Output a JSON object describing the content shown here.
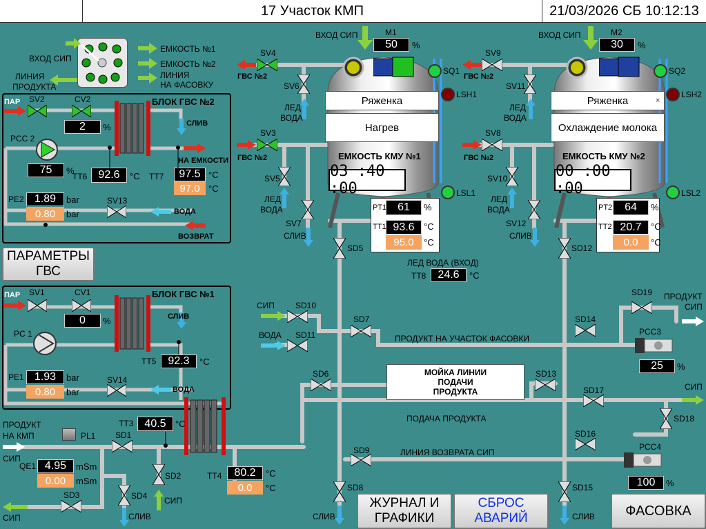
{
  "header": {
    "title": "17 Участок КМП",
    "datetime": "21/03/2026 СБ 10:12:13"
  },
  "selector": {
    "input_label": "ВХОД СИП",
    "out1": "ЕМКОСТЬ №1",
    "out2": "ЕМКОСТЬ №2",
    "out3a": "ЛИНИЯ",
    "out3b": "НА ФАСОВКУ",
    "in2a": "ЛИНИЯ",
    "in2b": "ПРОДУКТА"
  },
  "gvs2": {
    "title": "БЛОК ГВС №2",
    "par": "ПАР",
    "sv": "SV2",
    "cv": "CV2",
    "cv_value": "2",
    "cv_unit": "%",
    "sliv": "СЛИВ",
    "pump": "PCC 2",
    "pump_value": "75",
    "pump_unit": "%",
    "tt6": "TT6",
    "tt6_value": "92.6",
    "tt7": "TT7",
    "tt7_value": "97.5",
    "tt7_set": "97.0",
    "na_emkosti": "НА ЕМКОСТИ",
    "pe": "PE2",
    "pe_value": "1.89",
    "pe_set": "0.80",
    "bar": "bar",
    "sv13": "SV13",
    "voda": "ВОДА",
    "vozvrat": "ВОЗВРАТ",
    "degc": "°C"
  },
  "gvs1": {
    "title": "БЛОК ГВС №1",
    "par": "ПАР",
    "sv": "SV1",
    "cv": "CV1",
    "cv_value": "0",
    "cv_unit": "%",
    "sliv": "СЛИВ",
    "pump": "PC 1",
    "tt5": "TT5",
    "tt5_value": "92.3",
    "pe": "PE1",
    "pe_value": "1.93",
    "pe_set": "0.80",
    "bar": "bar",
    "sv14": "SV14",
    "voda": "ВОДА",
    "degc": "°C"
  },
  "buttons": {
    "params_gvs": "ПАРАМЕТРЫ ГВС",
    "journal": "ЖУРНАЛ И ГРАФИКИ",
    "reset": "СБРОС АВАРИЙ",
    "fasovka": "ФАСОВКА"
  },
  "tank1": {
    "name": "ЕМКОСТЬ КМУ №1",
    "product": "Ряженка",
    "state": "Нагрев",
    "timer": "03 :40 :00",
    "motor": "M1",
    "motor_value": "50",
    "motor_unit": "%",
    "inlet": "ВХОД СИП",
    "sq": "SQ1",
    "lsh": "LSH1",
    "lsl": "LSL1",
    "pt": "PT1",
    "pt_value": "61",
    "tt": "TT1",
    "tt_value": "93.6",
    "tt_set": "95.0",
    "sv_top": "SV4",
    "sv_mid": "SV3",
    "sv_led": "SV6",
    "sv_led2": "SV5",
    "sv_drain": "SV7",
    "gvs_top": "ГВС №2",
    "gvs_mid": "ГВС №2",
    "led": "ЛЕД",
    "voda": "ВОДА",
    "sliv": "СЛИВ",
    "sd": "SD5"
  },
  "tank2": {
    "name": "ЕМКОСТЬ КМУ №2",
    "product": "Ряженка",
    "state": "Охлаждение молока",
    "timer": "00 :00 :00",
    "motor": "M2",
    "motor_value": "30",
    "motor_unit": "%",
    "inlet": "ВХОД СИП",
    "sq": "SQ2",
    "lsh": "LSH2",
    "lsl": "LSL2",
    "pt": "PT2",
    "pt_value": "64",
    "tt": "TT2",
    "tt_value": "20.7",
    "tt_set": "0.0",
    "sv_top": "SV9",
    "sv_mid": "SV8",
    "sv_led": "SV11",
    "sv_led2": "SV10",
    "sv_drain": "SV12",
    "gvs_top": "ГВС №2",
    "gvs_mid": "ГВС №2",
    "led": "ЛЕД",
    "voda": "ВОДА",
    "sliv": "СЛИВ",
    "sd": "SD12"
  },
  "icewater": {
    "label": "ЛЕД ВОДА (ВХОД)",
    "tt": "TT8",
    "value": "24.6",
    "unit": "°C"
  },
  "lines": {
    "product_to_fill": "ПРОДУКТ НА УЧАСТОК ФАСОВКИ",
    "product_feed": "ПОДАЧА ПРОДУКТА",
    "cip_return": "ЛИНИЯ ВОЗВРАТА СИП",
    "wash": "МОЙКА ЛИНИИ ПОДАЧИ ПРОДУКТА"
  },
  "valves": {
    "sd10": "SD10",
    "sd11": "SD11",
    "sd7": "SD7",
    "sd6": "SD6",
    "sd1": "SD1",
    "sd2": "SD2",
    "sd3": "SD3",
    "sd4": "SD4",
    "sd8": "SD8",
    "sd9": "SD9",
    "sd13": "SD13",
    "sd14": "SD14",
    "sd15": "SD15",
    "sd16": "SD16",
    "sd17": "SD17",
    "sd18": "SD18",
    "sd19": "SD19"
  },
  "left_bottom": {
    "sip": "СИП",
    "voda": "ВОДА",
    "product_in_a": "ПРОДУКТ",
    "product_in_b": "НА КМП",
    "sip_in": "СИП",
    "pl1": "PL1",
    "qe1": "QE1",
    "qe1_value": "4.95",
    "qe1_set": "0.00",
    "msm": "mSm",
    "sip_out": "СИП",
    "sliv": "СЛИВ",
    "sip2": "СИП",
    "tt3": "TT3",
    "tt3_value": "40.5",
    "tt4": "TT4",
    "tt4_value": "80.2",
    "tt4_set": "0.0",
    "degc": "°C"
  },
  "right": {
    "product_sip_a": "ПРОДУКТ",
    "product_sip_b": "СИП",
    "pcc3": "PCC3",
    "pcc3_value": "25",
    "pcc4": "PCC4",
    "pcc4_value": "100",
    "pct": "%",
    "sip": "СИП",
    "sliv": "СЛИВ"
  }
}
